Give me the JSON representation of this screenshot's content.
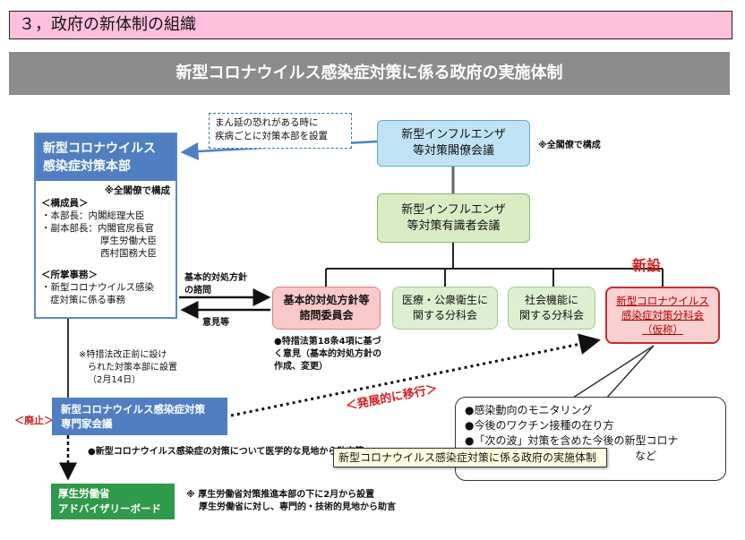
{
  "section_title": "３，政府の新体制の組織",
  "banner_title": "新型コロナウイルス感染症対策に係る政府の実施体制",
  "hq": {
    "title_line1": "新型コロナウイルス",
    "title_line2": "感染症対策本部",
    "all_cabinet": "※全閣僚で構成",
    "members_heading": "＜構成員＞",
    "chief_label": "・本部長：",
    "chief": "内閣総理大臣",
    "deputy_label": "・副本部長：",
    "deputies": [
      "内閣官房長官",
      "厚生労働大臣",
      "西村国務大臣"
    ],
    "affairs_heading": "＜所掌事務＞",
    "affairs_line1": "・新型コロナウイルス感染",
    "affairs_line2": "症対策に係る事務"
  },
  "dashed_note": {
    "line1": "まん延の恐れがある時に",
    "line2": "疾病ごとに対策本部を設置"
  },
  "cabinet_meeting": {
    "line1": "新型インフルエンザ",
    "line2": "等対策閣僚会議",
    "note": "※全閣僚で構成"
  },
  "expert_meeting": {
    "line1": "新型インフルエンザ",
    "line2": "等対策有識者会議"
  },
  "shinsetsu": "新設",
  "consult_label": {
    "line1": "基本的対処方針",
    "line2": "の諮問"
  },
  "opinion_label": "意見等",
  "subcommittees": [
    {
      "line1": "基本的対処方針等",
      "line2": "諮問委員会"
    },
    {
      "line1": "医療・公衆衛生に",
      "line2": "関する分科会"
    },
    {
      "line1": "社会機能に",
      "line2": "関する分科会"
    }
  ],
  "new_subcommittee": {
    "line1": "新型コロナウイルス",
    "line2": "感染症対策分科会",
    "line3": "（仮称）"
  },
  "art18_note": {
    "line1": "●特措法第18条4項に基づ",
    "line2": "く意見（基本的対処方針の",
    "line3": "作成、変更）"
  },
  "established_note": {
    "line1": "※特措法改正前に設け",
    "line2": "られた対策本部に設置",
    "line3": "（2月14日）"
  },
  "abolished": "＜廃止＞",
  "expert_panel": {
    "line1": "新型コロナウイルス感染症対策",
    "line2": "専門家会議"
  },
  "develop_label": "＜発展的に移行＞",
  "panel_note": "●新型コロナウイルス感染症の対策について医学的な見地から助言等",
  "advisory": {
    "line1": "厚生労働省",
    "line2": "アドバイザリーボード"
  },
  "advisory_note": {
    "line1": "※ 厚生労働省対策推進本部の下に2月から設置",
    "line2": "厚生労働省に対し、専門的・技術的見地から助言"
  },
  "bubble_items": [
    "●感染動向のモニタリング",
    "●今後のワクチン接種の在り方",
    "●「次の波」対策を含めた今後の新型コロナ",
    "など"
  ],
  "tooltip": "新型コロナウイルス感染症対策に係る政府の実施体制",
  "colors": {
    "hq_blue": "#4f7fc2",
    "pink_title": "#ffc0dc",
    "red_accent": "#d02020",
    "advisory_green": "#2f9a4a"
  }
}
